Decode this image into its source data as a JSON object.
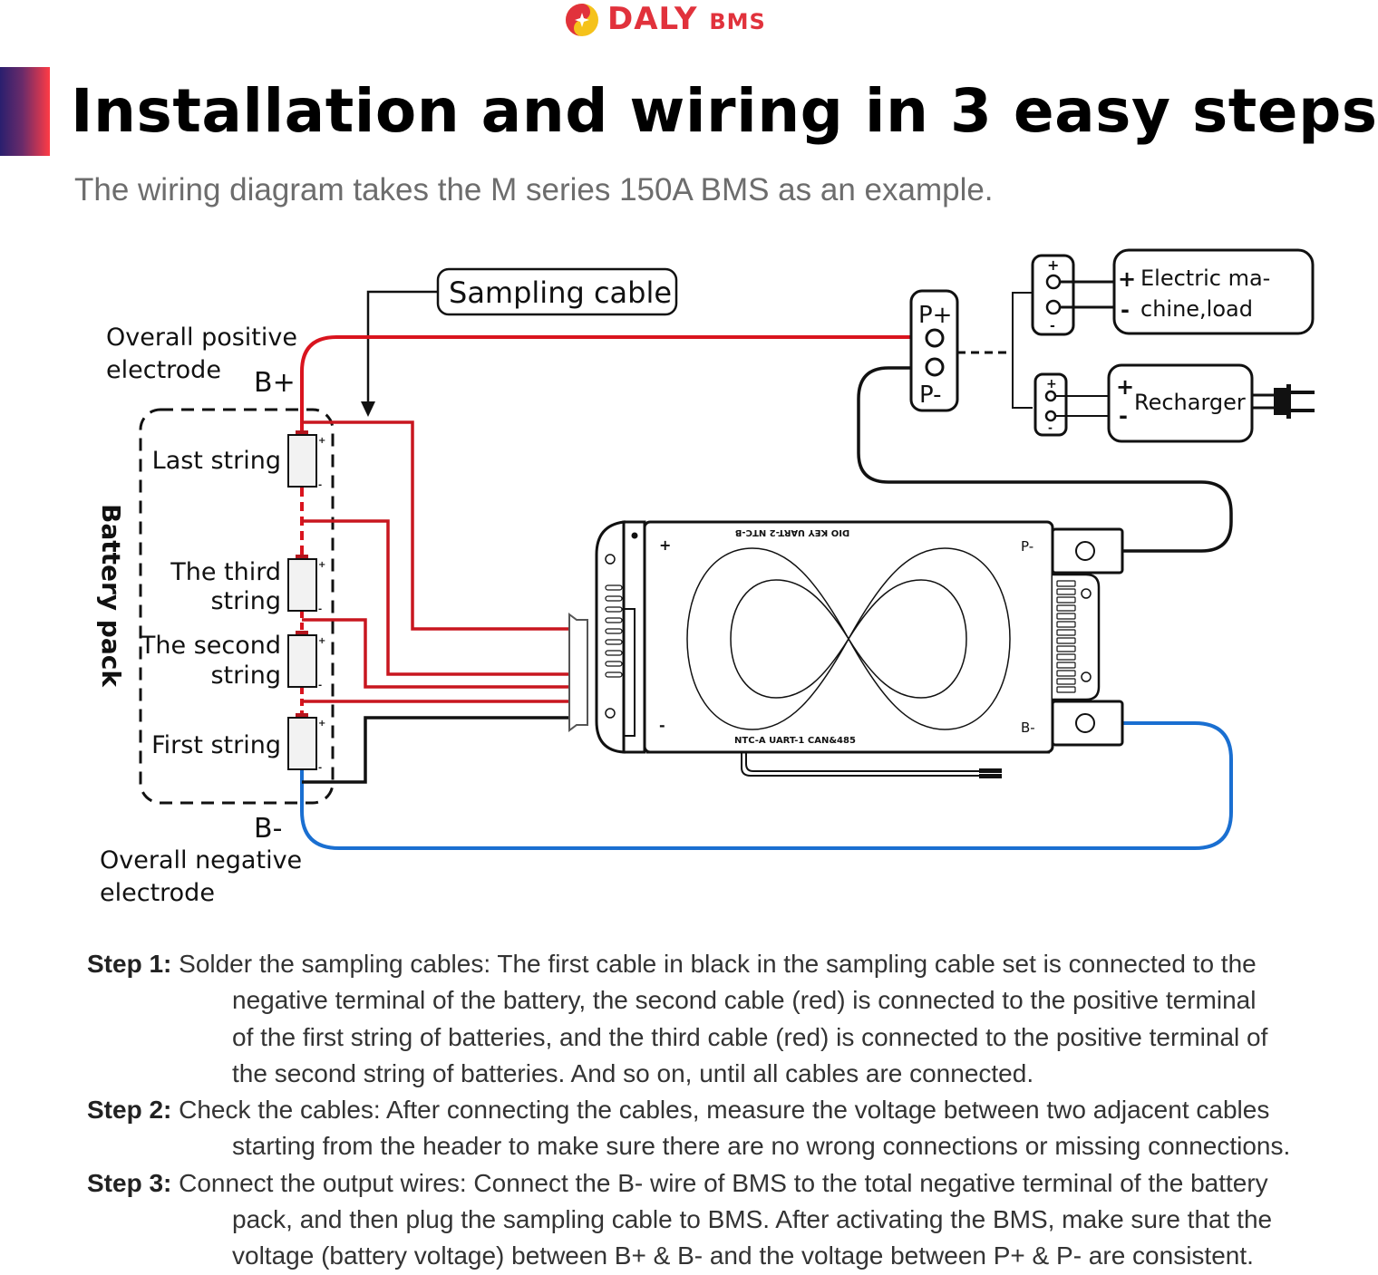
{
  "brand": {
    "name": "DALY",
    "suffix": "BMS",
    "color": "#e1323c",
    "accent_yellow": "#f5c21b"
  },
  "header": {
    "title": "Installation and wiring in 3 easy steps",
    "subtitle": "The wiring diagram takes the M series 150A BMS as an example."
  },
  "diagram": {
    "callout_sampling": "Sampling cable",
    "positive_label_line1": "Overall positive",
    "positive_label_line2": "electrode",
    "b_plus": "B+",
    "b_minus": "B-",
    "negative_label_line1": "Overall negative",
    "negative_label_line2": "electrode",
    "battery_pack_label": "Battery pack",
    "cells": [
      {
        "line1": "Last string",
        "line2": ""
      },
      {
        "line1": "The third",
        "line2": "string"
      },
      {
        "line1": "The second",
        "line2": "string"
      },
      {
        "line1": "First string",
        "line2": ""
      }
    ],
    "cell_plus": "+",
    "cell_minus": "-",
    "p_terminal": {
      "plus": "P+",
      "minus": "P-"
    },
    "load": {
      "plus": "+",
      "minus": "-",
      "line1": "Electric ma-",
      "line2": "chine,load"
    },
    "charger": {
      "plus": "+",
      "minus": "-",
      "label": "Recharger"
    },
    "bms": {
      "top_ports": "DIO   KEY   UART-2   NTC-B",
      "bottom_ports": "NTC-A   UART-1   CAN&485",
      "plus": "+",
      "minus": "-",
      "p_minus": "P-",
      "b_minus": "B-"
    },
    "wire_colors": {
      "positive": "#d9141e",
      "negative": "#1a6fd1",
      "sampling_black": "#111111"
    }
  },
  "steps": [
    {
      "head": "Step 1:",
      "lines": [
        "Solder the sampling cables: The first cable in black in the sampling cable set is connected to the",
        "negative terminal of the battery, the second cable (red) is connected to the positive terminal",
        "of the first string of batteries, and the third cable (red) is connected to the positive terminal of",
        "the second string of batteries. And so on, until all cables are connected."
      ]
    },
    {
      "head": "Step 2:",
      "lines": [
        "Check the cables: After connecting the cables, measure the voltage between two adjacent cables",
        "starting from the header to make sure there are no wrong connections or missing connections."
      ]
    },
    {
      "head": "Step 3:",
      "lines": [
        "Connect the output wires: Connect the B- wire of BMS to the total negative terminal of the battery",
        "pack, and then plug the sampling cable to BMS. After activating the BMS, make sure that the",
        "voltage (battery voltage) between B+ & B- and the voltage between P+ & P- are consistent."
      ]
    }
  ]
}
